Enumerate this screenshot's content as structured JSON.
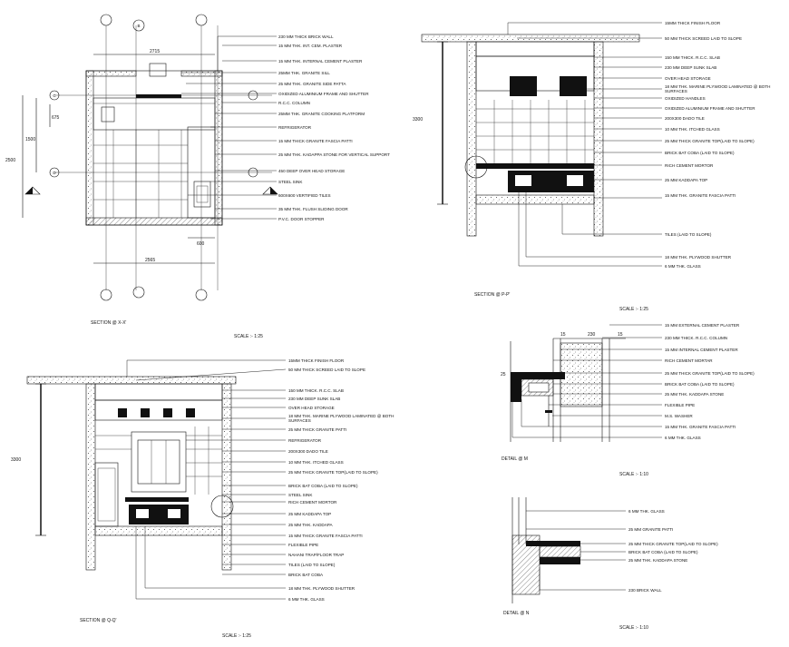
{
  "section_xx": {
    "caption": "SECTION @ X-X'",
    "scale": "SCALE :- 1:25",
    "labels": [
      "230 MM THICK BRICK WALL",
      "15 MM THK. INT. CEM. PLASTER",
      "15 MM THK. INTERNAL CEMENT PLASTER",
      "25MM THK. GRANITE SILL",
      "25 MM THK. GRANITE SIDE PATTA",
      "OXIDIZED ALUMINIUM FRAME AND SHUTTER",
      "R.C.C. COLUMN",
      "25MM THK. GRANITE COOKING PLATFORM",
      "REFRIGERATOR",
      "15 MM THICK GRANITE FASCIA PATTI",
      "25 MM THK. KADAPPA STONE FOR VERTICAL SUPPORT",
      "450 DEEP OVER HEAD STORAGE",
      "STEEL SINK",
      "600X600 VERTIFIED TILES",
      "35 MM THK. FLUSH SLIDING DOOR",
      "P.V.C. DOOR STOPPER"
    ],
    "dims": [
      "2715",
      "675",
      "1500",
      "2500",
      "600",
      "2565"
    ],
    "bubbles": [
      "B",
      "C",
      "D"
    ]
  },
  "section_pp": {
    "caption": "SECTION @ P-P'",
    "scale": "SCALE :- 1:25",
    "dim": "3300",
    "labels": [
      "15MM THICK FINISH FLOOR",
      "50 MM THICK SCREED LAID TO SLOPE",
      "150 MM THICK. R.C.C. SLAB",
      "230 MM DEEP SUNK SLAB",
      "OVER HEAD STORAGE",
      "18 MM THK. MARINE PLYWOOD LAMINATED @ BOTH SURFACES",
      "OXIDIZED HANDLES",
      "OXIDIZED ALUMINIUM FRAME AND SHUTTER",
      "200X300 DADO TILE",
      "10 MM THK. ITCHED GLASS",
      "25 MM THICK GRANITE TOP(LAID TO SLOPE)",
      "BRICK BAT COBA (LAID TO SLOPE)",
      "RICH CEMENT MORTOR",
      "25 MM KADDAPA TOP",
      "15 MM THK. GRANITE FASCIA PATTI",
      "TILES (LAID TO SLOPE)",
      "18 MM THK. PLYWOOD SHUTTER",
      "6 MM THK. GLASS"
    ]
  },
  "section_qq": {
    "caption": "SECTION @ Q-Q'",
    "scale": "SCALE :- 1:25",
    "dim": "3300",
    "labels": [
      "15MM THICK FINISH FLOOR",
      "50 MM THICK SCREED LAID TO SLOPE",
      "150 MM THICK. R.C.C. SLAB",
      "230 MM DEEP SUNK SLAB",
      "OVER HEAD STORAGE",
      "18 MM THK. MARINE PLYWOOD LAMINATED @ BOTH SURFACES",
      "25 MM THICK GRANITE PATTI",
      "REFRIGERATOR",
      "200X300 DADO TILE",
      "10 MM THK. ITCHED GLASS",
      "25 MM THICK GRANITE TOP(LAID TO SLOPE)",
      "BRICK BAT COBA (LAID TO SLOPE)",
      "STEEL SINK",
      "RICH CEMENT MORTOR",
      "25 MM KADDAPA TOP",
      "25 MM THK. KADDAPA",
      "15 MM THICK GRANITE FASCIA PATTI",
      "FLEXIBLE PIPE",
      "NAHANI TRAP/FLOOR TRAP",
      "TILES (LAID TO SLOPE)",
      "BRICK BAT COBA",
      "18 MM THK. PLYWOOD SHUTTER",
      "6 MM THK. GLASS"
    ]
  },
  "detail_m": {
    "caption": "DETAIL @ M",
    "scale": "SCALE :- 1:10",
    "dims": [
      "15",
      "230",
      "15",
      "25"
    ],
    "labels": [
      "15 MM EXTERNAL CEMENT PLASTER",
      "230 MM THICK. R.C.C. COLUMN",
      "15 MM INTERNAL CEMENT PLASTER",
      "RICH CEMENT MORTAR",
      "25 MM THICK GRANITE TOP(LAID TO SLOPE)",
      "BRICK BAT COBA (LAID TO SLOPE)",
      "25 MM THK. KADDAPA STONE",
      "FLEXIBLE PIPE",
      "M.S. WASHER",
      "15 MM THK. GRANITE FASCIA PATTI",
      "6 MM THK. GLASS"
    ]
  },
  "detail_n": {
    "caption": "DETAIL @ N",
    "scale": "SCALE :- 1:10",
    "labels": [
      "6 MM THK. GLASS",
      "25 MM GRANITE PATTI",
      "25 MM THICK GRANITE TOP(LAID TO SLOPE)",
      "BRICK BAT COBA (LAID TO SLOPE)",
      "25 MM THK. KADDAPA STONE",
      "230 BRICK WALL"
    ]
  }
}
